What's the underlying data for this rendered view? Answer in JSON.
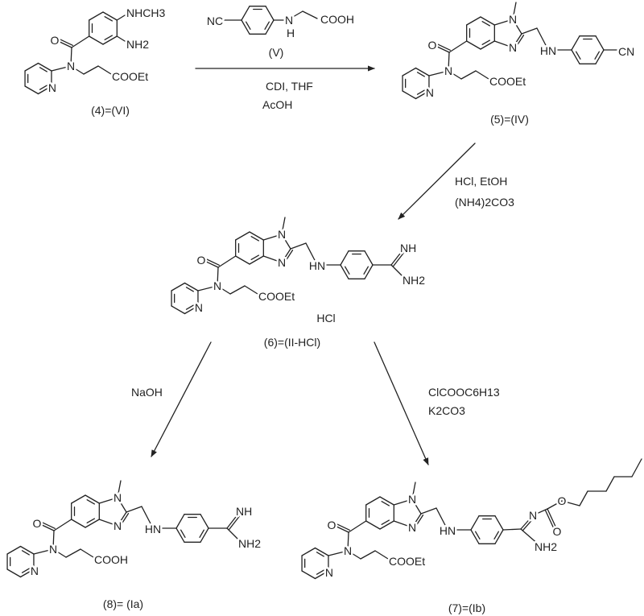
{
  "atoms": {
    "N": "N",
    "HN": "HN",
    "O": "O",
    "NH": "NH",
    "NH2": "NH2",
    "CN": "CN",
    "NC": "NC",
    "H": "H",
    "COOEt": "COOEt",
    "COOH": "COOH",
    "NHCH3": "NHCH3",
    "HCl": "HCl"
  },
  "reagent_V": {
    "label": "(V)"
  },
  "compounds": [
    {
      "id": "4",
      "label": "(4)=(VI)"
    },
    {
      "id": "5",
      "label": "(5)=(IV)"
    },
    {
      "id": "6",
      "label": "(6)=(II-HCl)",
      "salt": "HCl"
    },
    {
      "id": "8",
      "label": "(8)= (Ia)"
    },
    {
      "id": "7",
      "label": "(7)=(Ib)"
    }
  ],
  "arrows": [
    {
      "from": "4",
      "to": "5",
      "reagents": [
        "CDI, THF",
        "AcOH"
      ]
    },
    {
      "from": "5",
      "to": "6",
      "reagents": [
        "HCl, EtOH",
        "(NH4)2CO3"
      ]
    },
    {
      "from": "6",
      "to": "8",
      "reagents": [
        "NaOH"
      ]
    },
    {
      "from": "6",
      "to": "7",
      "reagents": [
        "ClCOOC6H13",
        "K2CO3"
      ]
    }
  ],
  "colors": {
    "ink": "#222222",
    "background": "#ffffff"
  }
}
